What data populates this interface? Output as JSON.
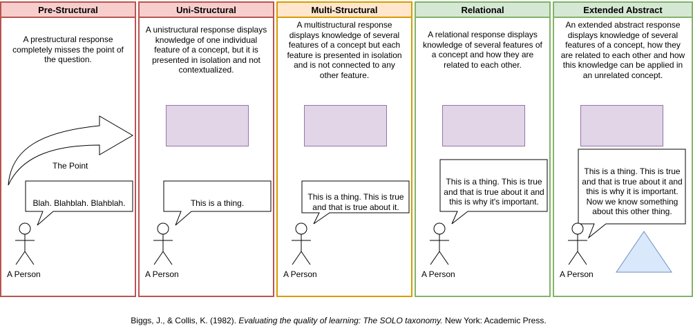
{
  "columns": [
    {
      "title": "Pre-Structural",
      "border_color": "#b85450",
      "header_fill": "#f8cecc",
      "description": "A prestructural response completely misses the point of the question.",
      "arrow_label": "The Point",
      "speech": "Blah. Blahblah. Blahblah.",
      "person": "A Person"
    },
    {
      "title": "Uni-Structural",
      "border_color": "#b85450",
      "header_fill": "#f8cecc",
      "description": "A unistructural response displays knowledge of one individual feature of a concept, but it is presented in isolation and not contextualized.",
      "speech": "This is a thing.",
      "person": "A Person"
    },
    {
      "title": "Multi-Structural",
      "border_color": "#d79b00",
      "header_fill": "#ffe6cc",
      "description": "A multistructural response displays knowledge of several features of a concept but each feature is presented in isolation and is not connected to any other feature.",
      "speech": "This is a thing. This is true and that is true about it.",
      "person": "A Person"
    },
    {
      "title": "Relational",
      "border_color": "#82b366",
      "header_fill": "#d5e8d4",
      "description": "A relational response displays knowledge of several features of a concept and how they are related to each other.",
      "speech": "This is a thing. This is true and that is true about it and this is why it's important.",
      "person": "A Person"
    },
    {
      "title": "Extended Abstract",
      "border_color": "#82b366",
      "header_fill": "#d5e8d4",
      "description": "An extended abstract response displays knowledge of several features of a concept, how they are related to each other and how this knowledge can be applied in an unrelated concept.",
      "speech": "This is a thing. This is true and that is true about it and this is why it is important. Now we know something about this other thing.",
      "person": "A Person"
    }
  ],
  "citation": {
    "authors": "Biggs, J., & Collis, K. (1982). ",
    "title": "Evaluating the quality of learning: The SOLO taxonomy.",
    "publisher": " New York: Academic Press."
  },
  "colors": {
    "concept_fill": "#e1d5e7",
    "concept_border": "#9673a6",
    "triangle_fill": "#dae8fc",
    "triangle_border": "#6c8ebf"
  }
}
